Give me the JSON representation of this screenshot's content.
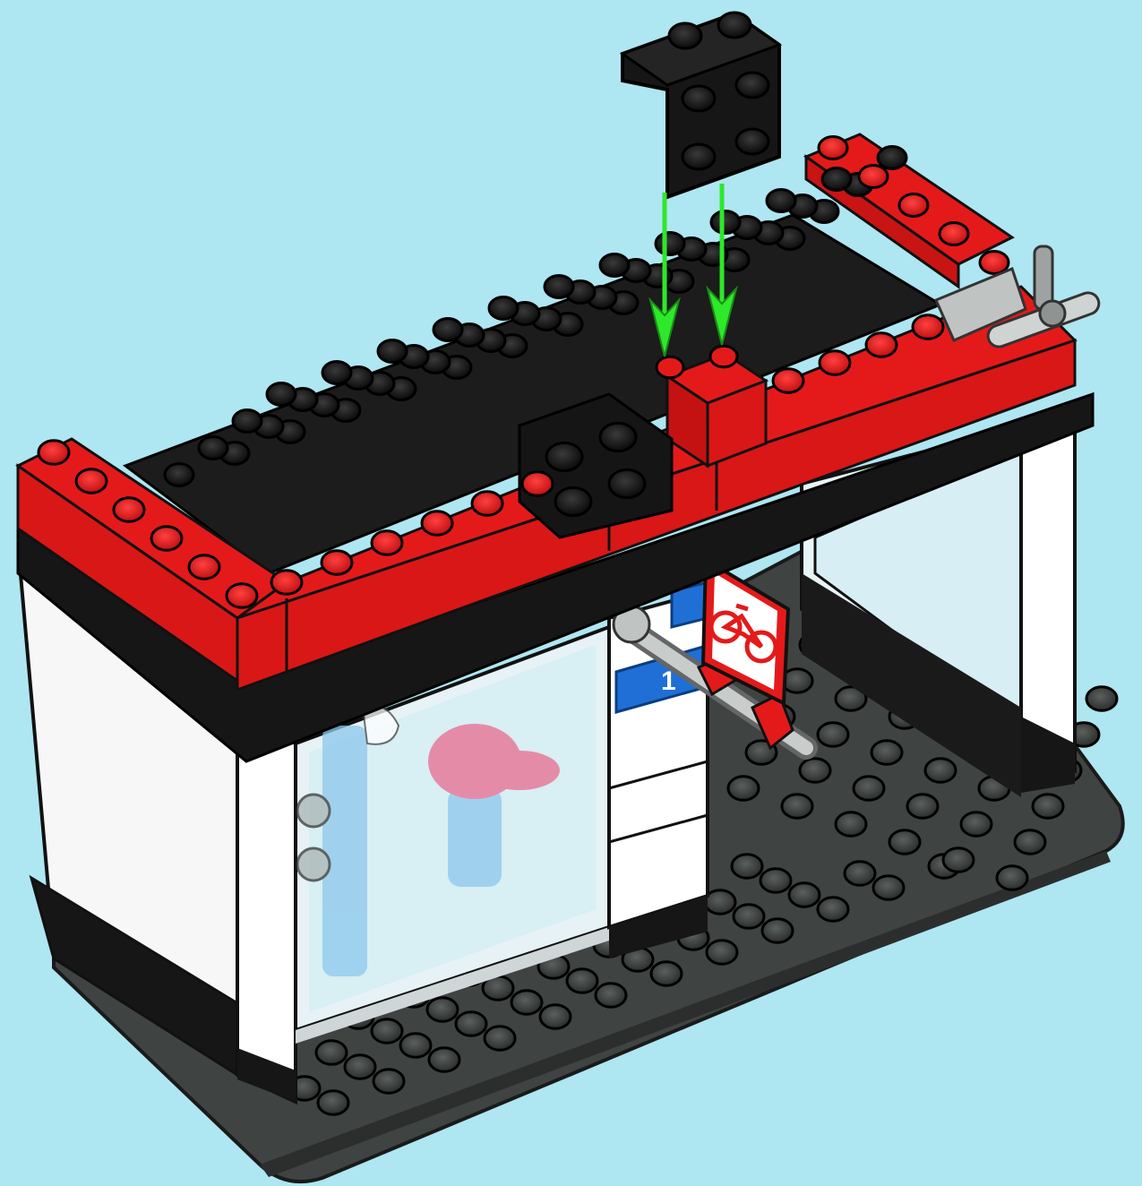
{
  "scene": {
    "type": "building-instruction-step",
    "background_color": "#aee6f2",
    "colors": {
      "red": "#e41a1a",
      "red_dark": "#b70f10",
      "black": "#141414",
      "white": "#fafafa",
      "dark_gray": "#3f4342",
      "light_gray": "#bfc3c2",
      "trans_clear": "#d6eef4",
      "arrow_green": "#2ee82a",
      "blue": "#1f6fd6",
      "pink": "#e86b8e"
    },
    "parts": {
      "new_part": "black-bracket-2x2",
      "arrow_count": 2,
      "sign_icon": "bicycle-icon",
      "bike_rack_number": "1"
    }
  }
}
